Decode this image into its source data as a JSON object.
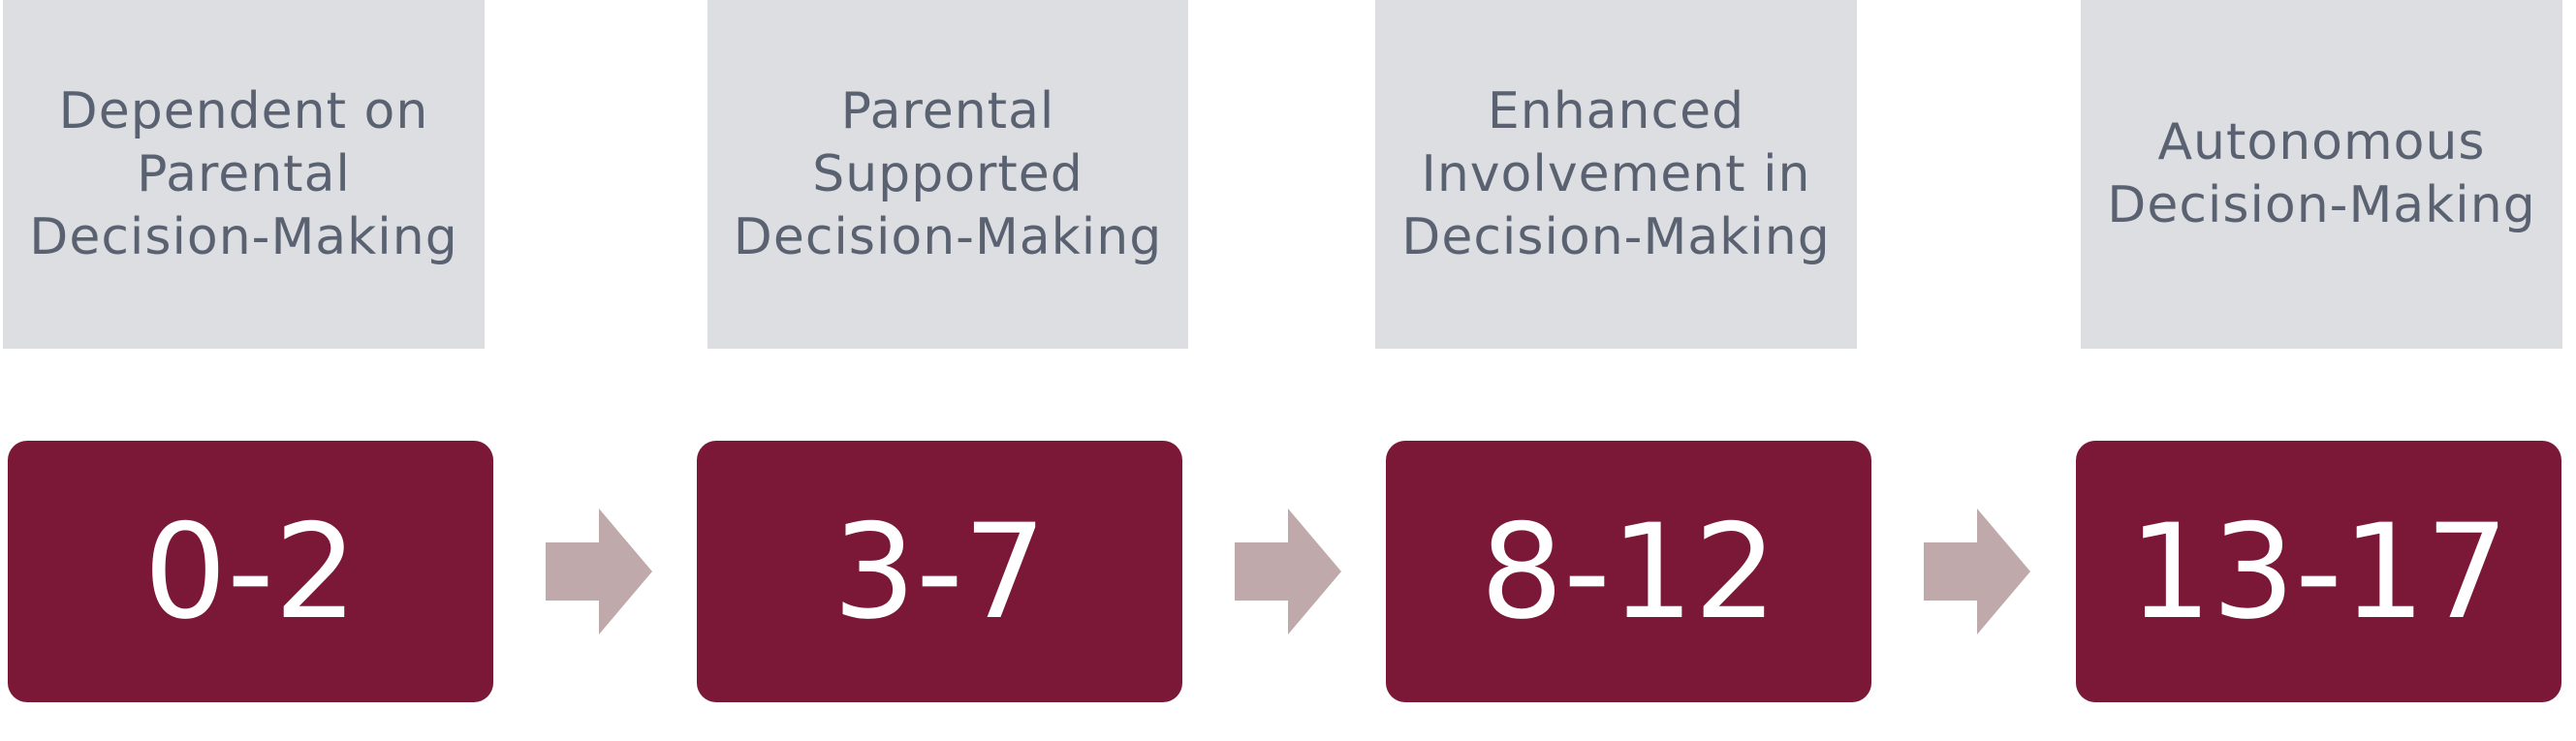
{
  "stages": [
    {
      "label": "Dependent on\nParental\nDecision-Making",
      "age_range": "0-2"
    },
    {
      "label": "Parental\nSupported\nDecision-Making",
      "age_range": "3-7"
    },
    {
      "label": "Enhanced\nInvolvement in\nDecision-Making",
      "age_range": "8-12"
    },
    {
      "label": "Autonomous\nDecision-Making",
      "age_range": "13-17"
    }
  ],
  "colors": {
    "label_background": "#dcdee2",
    "label_text": "#5a6272",
    "age_box_background": "#7b1838",
    "age_text": "#ffffff",
    "arrow": "#bfa9aa"
  }
}
